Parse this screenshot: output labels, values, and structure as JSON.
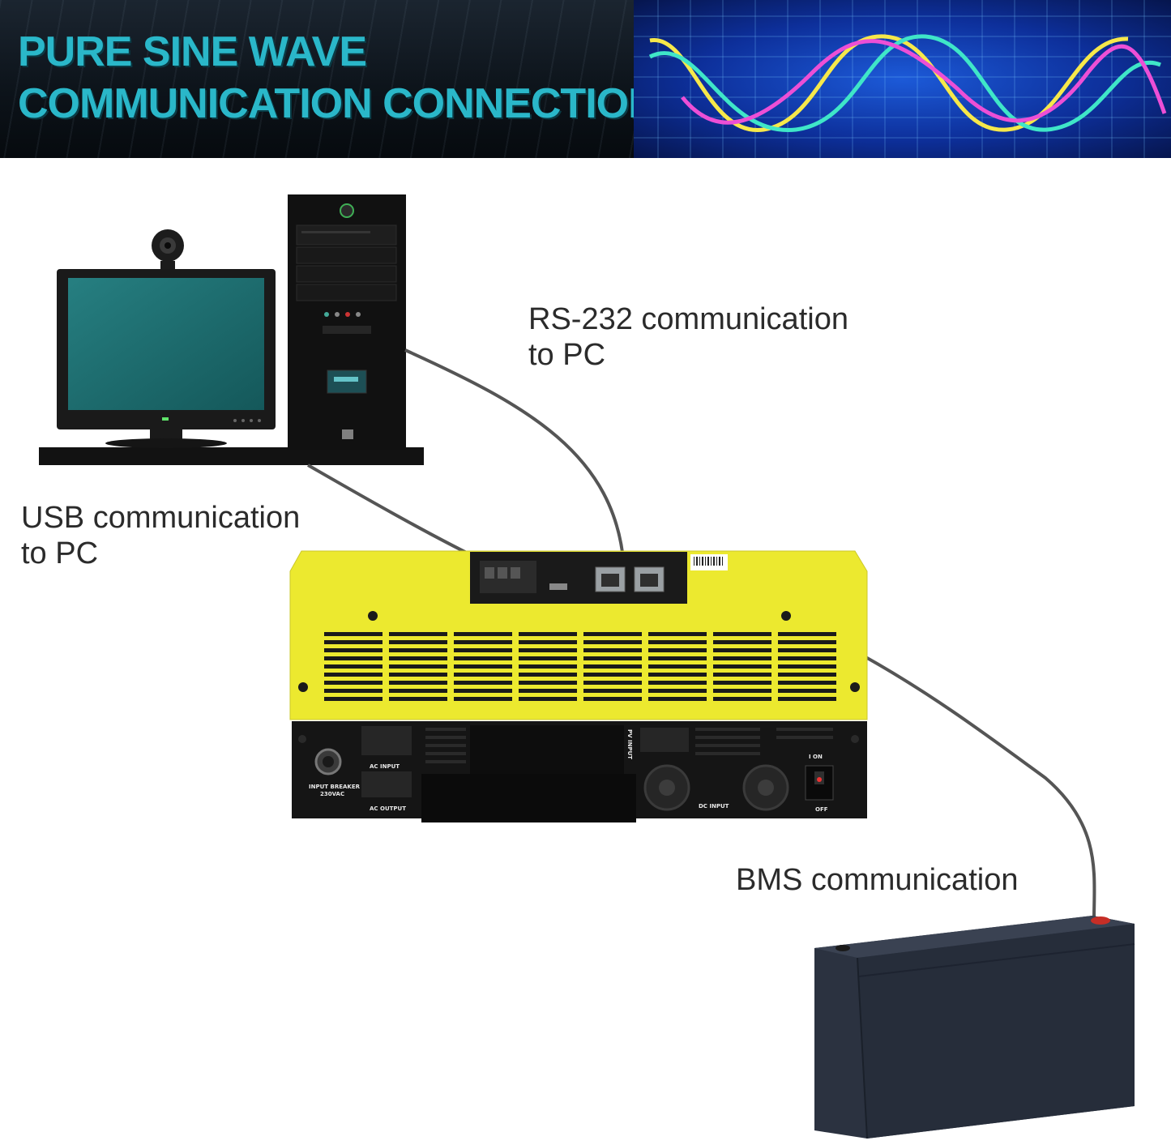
{
  "banner": {
    "line1": "PURE SINE WAVE",
    "line2": "COMMUNICATION CONNECTION"
  },
  "labels": {
    "rs232_line1": "RS-232 communication",
    "rs232_line2": "to PC",
    "usb_line1": "USB communication",
    "usb_line2": "to PC",
    "bms": "BMS communication"
  },
  "inverter_panel": {
    "input_breaker_line1": "INPUT BREAKER",
    "input_breaker_line2": "230VAC",
    "ac_input": "AC INPUT",
    "ac_output": "AC OUTPUT",
    "pv_input": "PV INPUT",
    "dc_input": "DC INPUT",
    "switch_on": "I ON",
    "switch_off": "OFF"
  },
  "colors": {
    "title": "#2ab7c9",
    "inverter_body": "#ece92f",
    "cable": "#555555",
    "battery": "#2b3240"
  }
}
